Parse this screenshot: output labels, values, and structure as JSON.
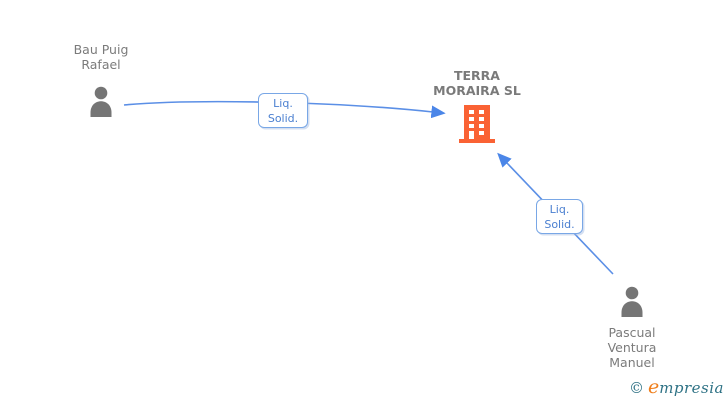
{
  "diagram_title": "corporate-relations-graph",
  "nodes": {
    "person1": {
      "type": "person",
      "name_lines": [
        "Bau Puig",
        "Rafael"
      ]
    },
    "company": {
      "type": "company",
      "name_lines": [
        "TERRA",
        "MORAIRA SL"
      ]
    },
    "person2": {
      "type": "person",
      "name_lines": [
        "Pascual",
        "Ventura",
        "Manuel"
      ]
    }
  },
  "edges": {
    "edge1": {
      "from": "Bau Puig Rafael",
      "to": "TERRA MORAIRA SL",
      "label_lines": [
        "Liq.",
        "Solid."
      ]
    },
    "edge2": {
      "from": "Pascual Ventura Manuel",
      "to": "TERRA MORAIRA SL",
      "label_lines": [
        "Liq.",
        "Solid."
      ]
    }
  },
  "watermark": {
    "copyright_symbol": "©",
    "brand_initial": "e",
    "brand_rest": "mpresia"
  },
  "colors": {
    "person_icon": "#757575",
    "person_text": "#7b7b7b",
    "company_text": "#7a7a7a",
    "company_icon": "#fa6234",
    "edge_line": "#5b8fe6",
    "edge_arrow": "#4b86e8",
    "edge_label_border": "#79a7e6",
    "edge_label_text": "#4a7fd0",
    "brand_orange": "#ef7d1a",
    "brand_teal": "#2e7285"
  }
}
